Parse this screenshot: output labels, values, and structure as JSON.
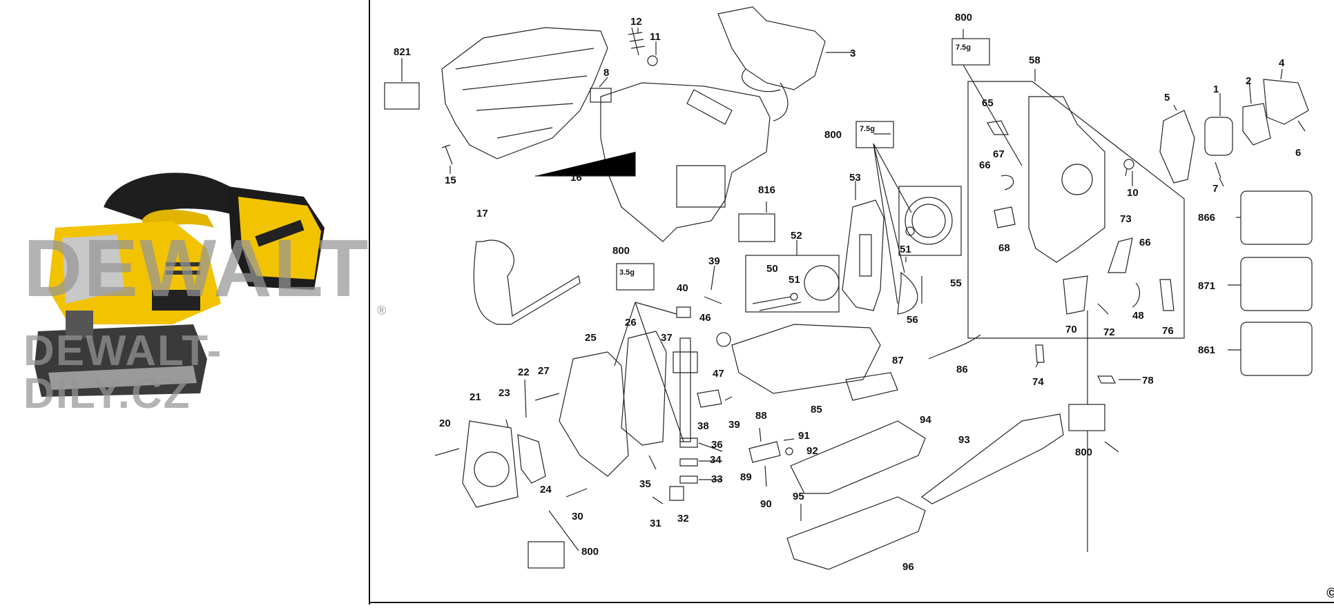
{
  "watermark": {
    "brand": "DEWALT",
    "site": "DEWALT-DILY.CZ",
    "registered": "®"
  },
  "copyright_mark": "©",
  "parts": [
    "1",
    "2",
    "3",
    "4",
    "5",
    "6",
    "7",
    "8",
    "10",
    "11",
    "12",
    "15",
    "16",
    "17",
    "20",
    "21",
    "22",
    "23",
    "24",
    "25",
    "26",
    "27",
    "30",
    "31",
    "32",
    "33",
    "34",
    "35",
    "36",
    "37",
    "38",
    "39",
    "40",
    "46",
    "47",
    "48",
    "50",
    "51",
    "52",
    "53",
    "55",
    "56",
    "58",
    "65",
    "66",
    "67",
    "68",
    "70",
    "72",
    "73",
    "74",
    "76",
    "78",
    "85",
    "86",
    "87",
    "88",
    "89",
    "90",
    "91",
    "92",
    "93",
    "94",
    "95",
    "96",
    "800",
    "816",
    "821",
    "861",
    "866",
    "871"
  ],
  "grease_boxes": [
    {
      "label": "7.5g",
      "part": "800"
    },
    {
      "label": "7.5g",
      "part": "800"
    },
    {
      "label": "3.5g",
      "part": "800"
    }
  ],
  "labels": {
    "p821": "821",
    "p12": "12",
    "p11": "11",
    "p8": "8",
    "p15": "15",
    "p16": "16",
    "p3": "3",
    "p800a": "800",
    "p800b": "800",
    "p800c": "800",
    "p800d": "800",
    "p800e": "800",
    "p58": "58",
    "p1": "1",
    "p2": "2",
    "p4": "4",
    "p5": "5",
    "p6": "6",
    "p7": "7",
    "p10": "10",
    "p65": "65",
    "p66a": "66",
    "p67": "67",
    "p68": "68",
    "p73": "73",
    "p66b": "66",
    "p70": "70",
    "p72": "72",
    "p48": "48",
    "p76": "76",
    "p74": "74",
    "p78": "78",
    "p866": "866",
    "p871": "871",
    "p861": "861",
    "p17": "17",
    "p816": "816",
    "p53": "53",
    "p52": "52",
    "p50": "50",
    "p51a": "51",
    "p51b": "51",
    "p55": "55",
    "p56": "56",
    "p39a": "39",
    "p40": "40",
    "p46": "46",
    "p47": "47",
    "p87": "87",
    "p86": "86",
    "p85": "85",
    "p25": "25",
    "p26": "26",
    "p37": "37",
    "p22": "22",
    "p27": "27",
    "p21": "21",
    "p23": "23",
    "p20": "20",
    "p24": "24",
    "p30": "30",
    "p38": "38",
    "p39b": "39",
    "p36": "36",
    "p34": "34",
    "p35": "35",
    "p33": "33",
    "p31": "31",
    "p32": "32",
    "p88": "88",
    "p91": "91",
    "p92": "92",
    "p89": "89",
    "p90": "90",
    "p95": "95",
    "p94": "94",
    "p93": "93",
    "p96": "96"
  },
  "box_labels": {
    "g1": "7.5g",
    "g2": "7.5g",
    "g3": "3.5g"
  }
}
